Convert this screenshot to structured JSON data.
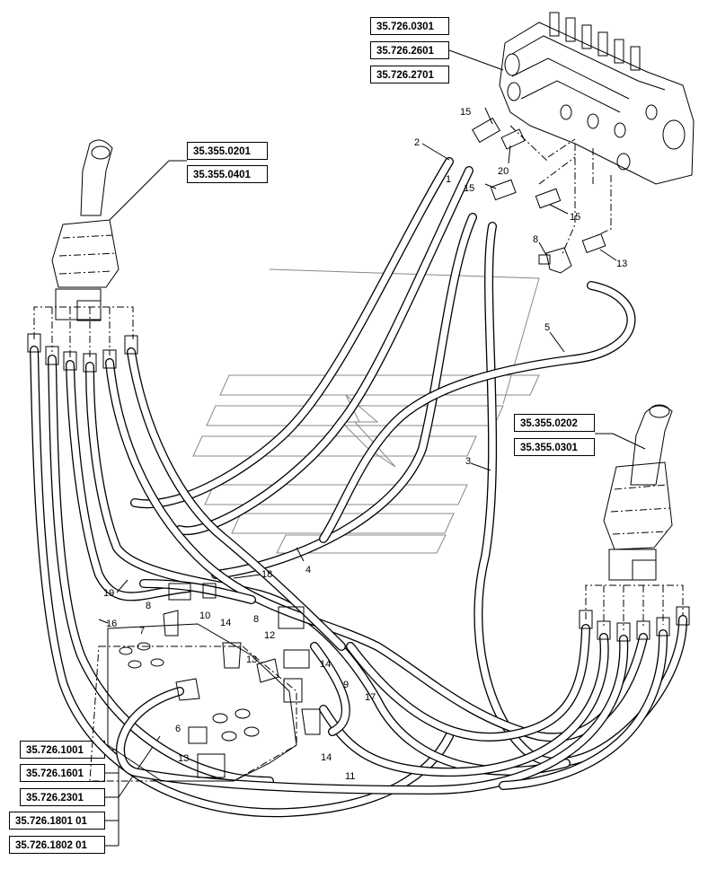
{
  "references": {
    "valve_top": [
      "35.726.0301",
      "35.726.2601",
      "35.726.2701"
    ],
    "joystick_left": [
      "35.355.0201",
      "35.355.0401"
    ],
    "joystick_right": [
      "35.355.0202",
      "35.355.0301"
    ],
    "valve_bottom": [
      "35.726.1001",
      "35.726.1601",
      "35.726.2301",
      "35.726.1801 01",
      "35.726.1802 01"
    ]
  },
  "callouts": {
    "c1": "1",
    "c2": "2",
    "c3": "3",
    "c4": "4",
    "c5": "5",
    "c6": "6",
    "c7": "7",
    "c8a": "8",
    "c8b": "8",
    "c8c": "8",
    "c9": "9",
    "c10": "10",
    "c11": "11",
    "c12": "12",
    "c13a": "13",
    "c13b": "13",
    "c13c": "13",
    "c14a": "14",
    "c14b": "14",
    "c14c": "14",
    "c15a": "15",
    "c15b": "15",
    "c15c": "15",
    "c16": "16",
    "c17": "17",
    "c18": "18",
    "c19": "19",
    "c20": "20"
  }
}
